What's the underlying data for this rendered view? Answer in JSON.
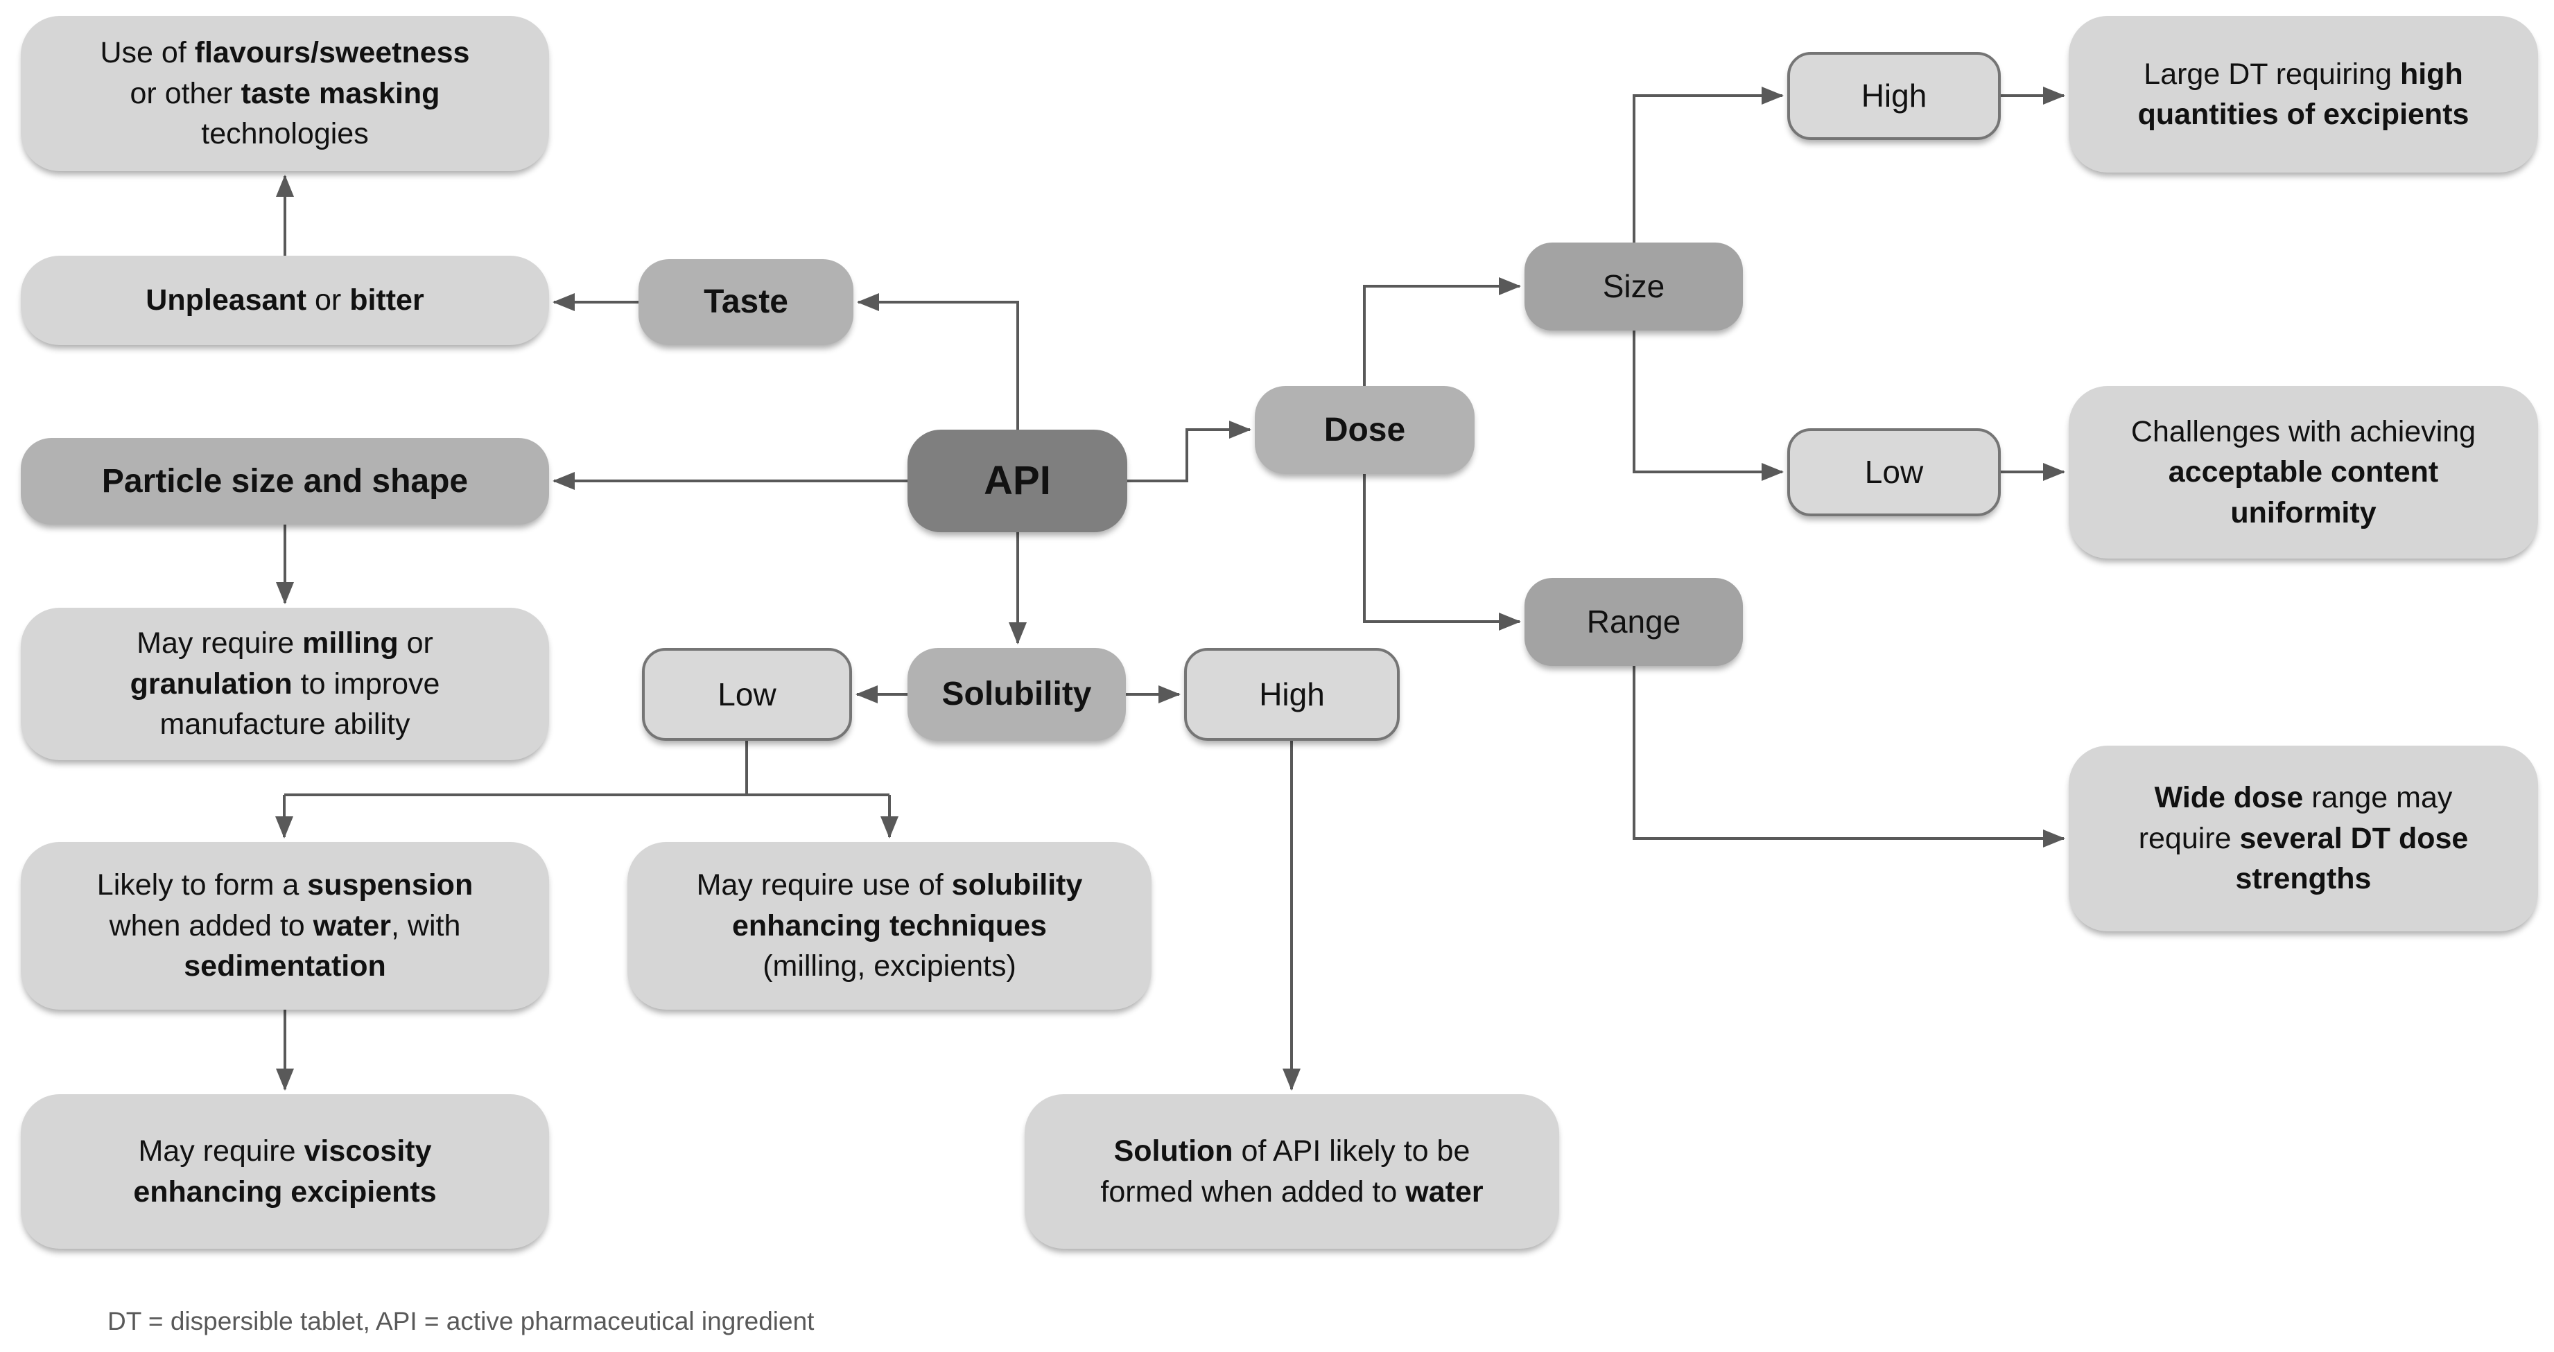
{
  "colors": {
    "root_fill": "#7f7f7f",
    "category_fill": "#b2b2b2",
    "subcategory_fill": "#a3a3a3",
    "outcome_fill": "#d6d6d6",
    "choice_fill": "#d9d9d9",
    "choice_border": "#757575",
    "connector": "#595959",
    "text": "#111111",
    "footnote_text": "#595959",
    "background": "#ffffff"
  },
  "nodes": {
    "api": {
      "label": "API"
    },
    "taste": {
      "label": "Taste"
    },
    "particle": {
      "label": "Particle size and shape"
    },
    "solubility": {
      "label": "Solubility"
    },
    "dose": {
      "label": "Dose"
    },
    "size": {
      "label": "Size"
    },
    "range": {
      "label": "Range"
    },
    "low_solubility": {
      "label": "Low"
    },
    "high_solubility": {
      "label": "High"
    },
    "high_dose": {
      "label": "High"
    },
    "low_dose": {
      "label": "Low"
    },
    "use_flavours": {
      "segments": [
        {
          "t": "Use of ",
          "b": false
        },
        {
          "t": "flavours/sweetness",
          "b": true
        },
        {
          "t": "\nor other ",
          "b": false
        },
        {
          "t": "taste masking",
          "b": true
        },
        {
          "t": "\ntechnologies",
          "b": false
        }
      ]
    },
    "unpleasant": {
      "segments": [
        {
          "t": "Unpleasant",
          "b": true
        },
        {
          "t": " or ",
          "b": false
        },
        {
          "t": "bitter",
          "b": true
        }
      ]
    },
    "milling": {
      "segments": [
        {
          "t": "May require ",
          "b": false
        },
        {
          "t": "milling",
          "b": true
        },
        {
          "t": " or\n",
          "b": false
        },
        {
          "t": "granulation",
          "b": true
        },
        {
          "t": " to improve\nmanufacture ability",
          "b": false
        }
      ]
    },
    "suspension": {
      "segments": [
        {
          "t": "Likely to form a ",
          "b": false
        },
        {
          "t": "suspension",
          "b": true
        },
        {
          "t": "\nwhen added to ",
          "b": false
        },
        {
          "t": "water",
          "b": true
        },
        {
          "t": ", with\n",
          "b": false
        },
        {
          "t": "sedimentation",
          "b": true
        }
      ]
    },
    "solubility_enhancing": {
      "segments": [
        {
          "t": "May require use of ",
          "b": false
        },
        {
          "t": "solubility",
          "b": true
        },
        {
          "t": "\n",
          "b": false
        },
        {
          "t": "enhancing techniques",
          "b": true
        },
        {
          "t": "\n(milling, excipients)",
          "b": false
        }
      ]
    },
    "viscosity": {
      "segments": [
        {
          "t": "May require ",
          "b": false
        },
        {
          "t": "viscosity",
          "b": true
        },
        {
          "t": "\n",
          "b": false
        },
        {
          "t": "enhancing excipients",
          "b": true
        }
      ]
    },
    "solution": {
      "segments": [
        {
          "t": "Solution",
          "b": true
        },
        {
          "t": " of API likely to be\nformed when added to ",
          "b": false
        },
        {
          "t": "water",
          "b": true
        }
      ]
    },
    "large_dt": {
      "segments": [
        {
          "t": "Large DT requiring ",
          "b": false
        },
        {
          "t": "high",
          "b": true
        },
        {
          "t": "\n",
          "b": false
        },
        {
          "t": "quantities of excipients",
          "b": true
        }
      ]
    },
    "challenges": {
      "segments": [
        {
          "t": "Challenges with achieving\n",
          "b": false
        },
        {
          "t": "acceptable content",
          "b": true
        },
        {
          "t": "\n",
          "b": false
        },
        {
          "t": "uniformity",
          "b": true
        }
      ]
    },
    "wide_dose": {
      "segments": [
        {
          "t": "Wide dose",
          "b": true
        },
        {
          "t": " range may\nrequire ",
          "b": false
        },
        {
          "t": "several DT dose",
          "b": true
        },
        {
          "t": "\n",
          "b": false
        },
        {
          "t": "strengths",
          "b": true
        }
      ]
    }
  },
  "edges": [
    {
      "from": "api",
      "to": "taste"
    },
    {
      "from": "taste",
      "to": "unpleasant"
    },
    {
      "from": "unpleasant",
      "to": "use_flavours"
    },
    {
      "from": "api",
      "to": "particle"
    },
    {
      "from": "particle",
      "to": "milling"
    },
    {
      "from": "api",
      "to": "solubility"
    },
    {
      "from": "api",
      "to": "dose"
    },
    {
      "from": "solubility",
      "to": "low_solubility"
    },
    {
      "from": "solubility",
      "to": "high_solubility"
    },
    {
      "from": "low_solubility",
      "to": "suspension"
    },
    {
      "from": "low_solubility",
      "to": "solubility_enhancing"
    },
    {
      "from": "suspension",
      "to": "viscosity"
    },
    {
      "from": "high_solubility",
      "to": "solution"
    },
    {
      "from": "dose",
      "to": "size"
    },
    {
      "from": "dose",
      "to": "range"
    },
    {
      "from": "size",
      "to": "high_dose"
    },
    {
      "from": "size",
      "to": "low_dose"
    },
    {
      "from": "high_dose",
      "to": "large_dt"
    },
    {
      "from": "low_dose",
      "to": "challenges"
    },
    {
      "from": "range",
      "to": "wide_dose"
    }
  ],
  "footnote": {
    "text": "DT = dispersible tablet, API = active pharmaceutical ingredient"
  }
}
